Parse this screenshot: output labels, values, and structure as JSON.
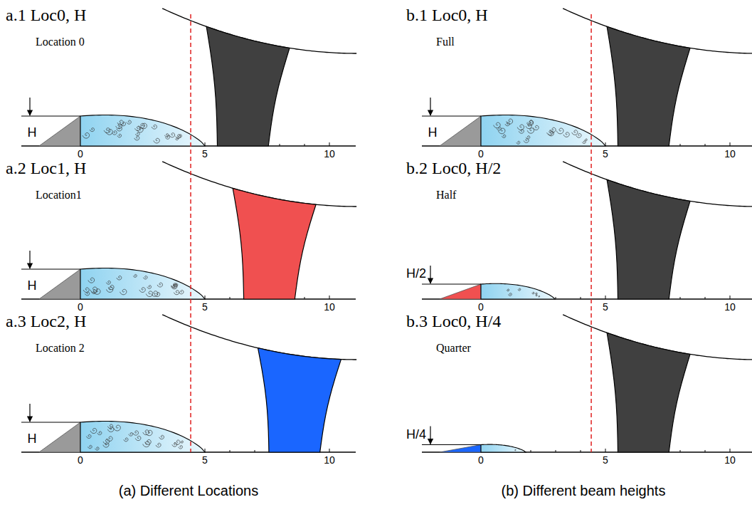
{
  "diagram": {
    "labels": [
      "a.1 Loc0, H",
      "Location 0",
      "H",
      "0",
      "5",
      "10",
      "a.2 Loc1, H",
      "Location1",
      "H",
      "0",
      "5",
      "10",
      "a.3 Loc2, H",
      "Location 2",
      "H",
      "0",
      "5",
      "10",
      "b.1 Loc0, H",
      "Full",
      "H",
      "0",
      "5",
      "10",
      "b.2 Loc0, H/2",
      "Half",
      "H/2",
      "0",
      "5",
      "10",
      "b.3 Loc0, H/4",
      "Quarter",
      "H/4",
      "0",
      "5",
      "10",
      "(a) Different Locations",
      "(b) Different beam heights"
    ]
  }
}
